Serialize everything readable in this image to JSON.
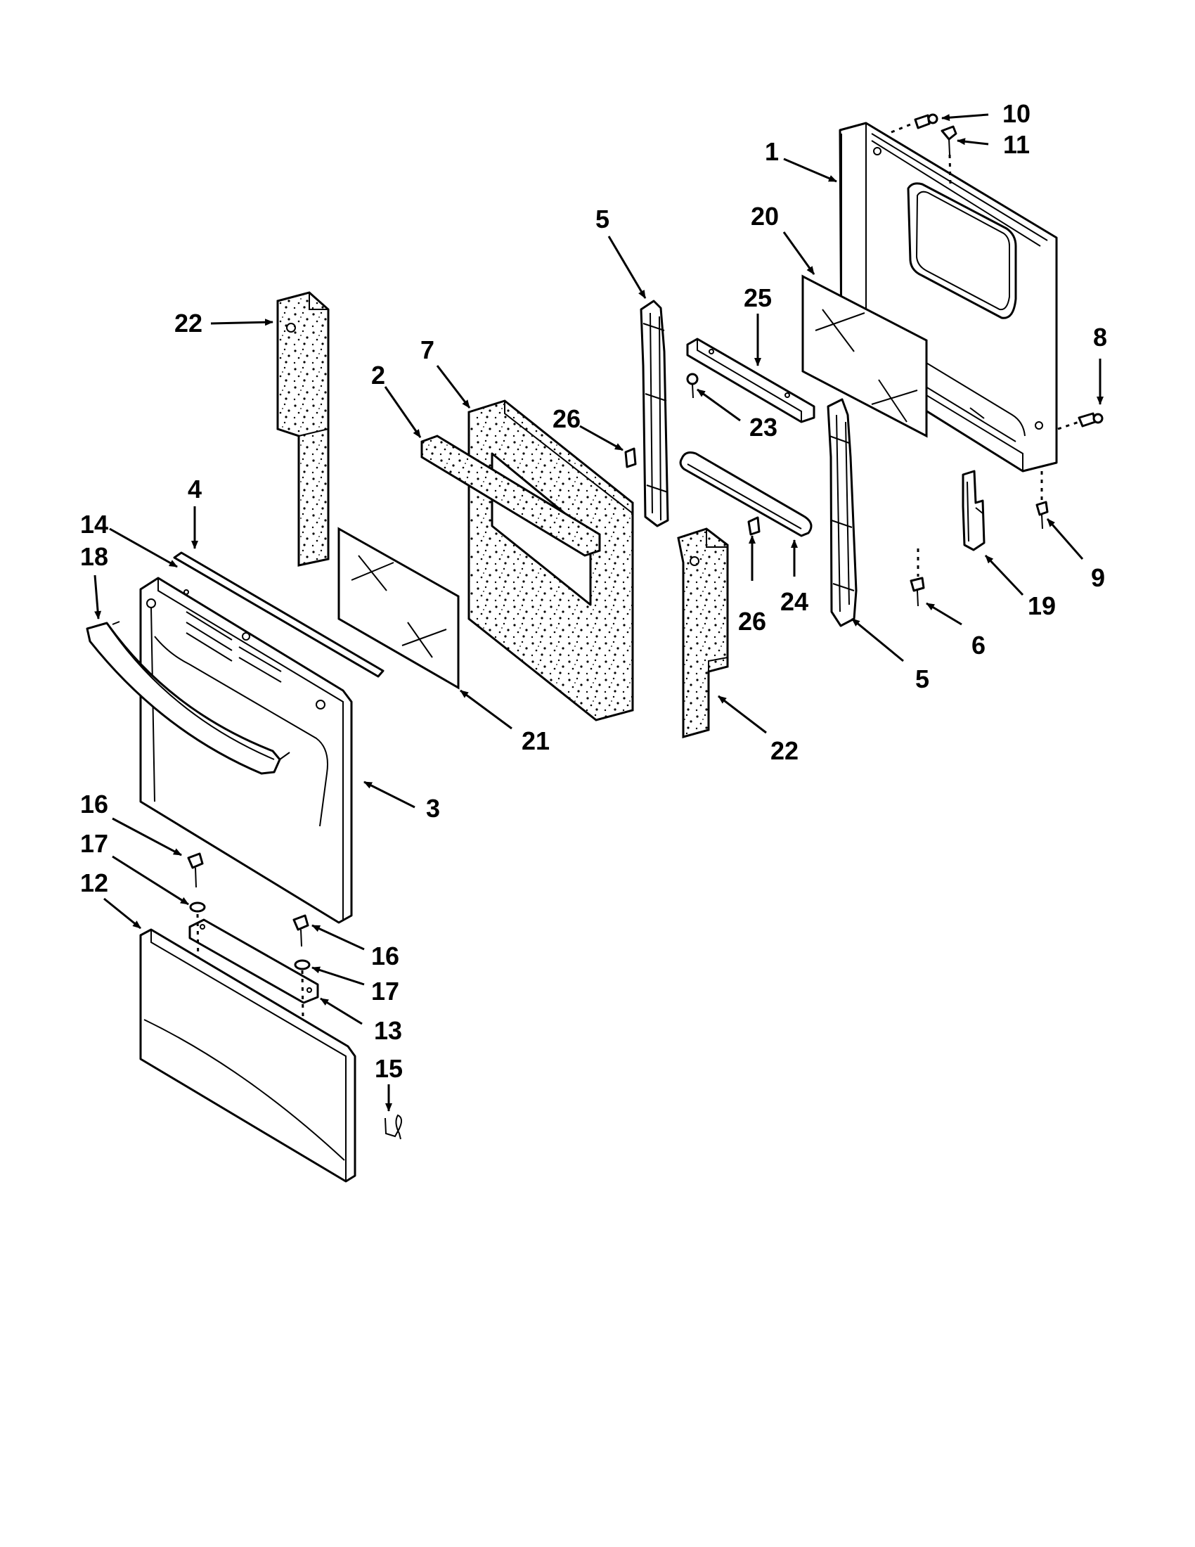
{
  "callouts": {
    "c1": "1",
    "c2": "2",
    "c3": "3",
    "c4": "4",
    "c5a": "5",
    "c5b": "5",
    "c6": "6",
    "c7": "7",
    "c8": "8",
    "c9": "9",
    "c10": "10",
    "c11": "11",
    "c12": "12",
    "c13": "13",
    "c14": "14",
    "c15": "15",
    "c16a": "16",
    "c16b": "16",
    "c17a": "17",
    "c17b": "17",
    "c18": "18",
    "c19": "19",
    "c20": "20",
    "c21": "21",
    "c22a": "22",
    "c22b": "22",
    "c23": "23",
    "c24": "24",
    "c25": "25",
    "c26a": "26",
    "c26b": "26"
  }
}
